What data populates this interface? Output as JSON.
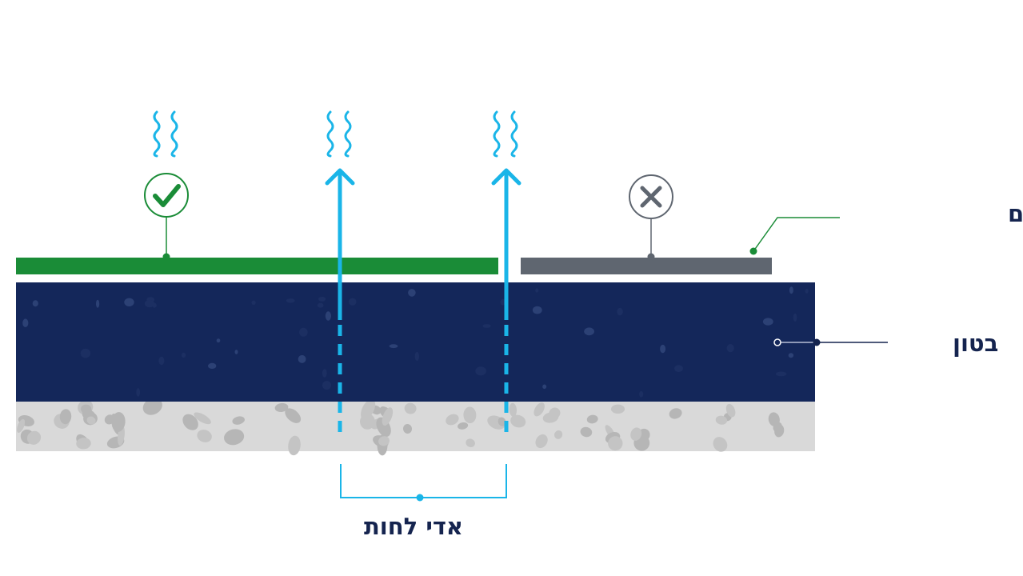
{
  "labels": {
    "primer": "פריימר חוסם",
    "concrete": "בטון",
    "vapor": "אדי לחות"
  },
  "layers": [
    {
      "name": "blocking-primer",
      "color": "#1a8c37"
    },
    {
      "name": "regular-coating",
      "color": "#5f6670"
    },
    {
      "name": "concrete",
      "color": "#14275a"
    },
    {
      "name": "gravel-base",
      "color": "#d6d6d6"
    }
  ],
  "indicators": [
    {
      "name": "check-icon",
      "state": "pass",
      "color": "#1a8c37"
    },
    {
      "name": "x-icon",
      "state": "fail",
      "color": "#5f6670"
    }
  ],
  "colors": {
    "vapor": "#1ab5e8",
    "label": "#15244f",
    "leader_green": "#1a8c37"
  }
}
